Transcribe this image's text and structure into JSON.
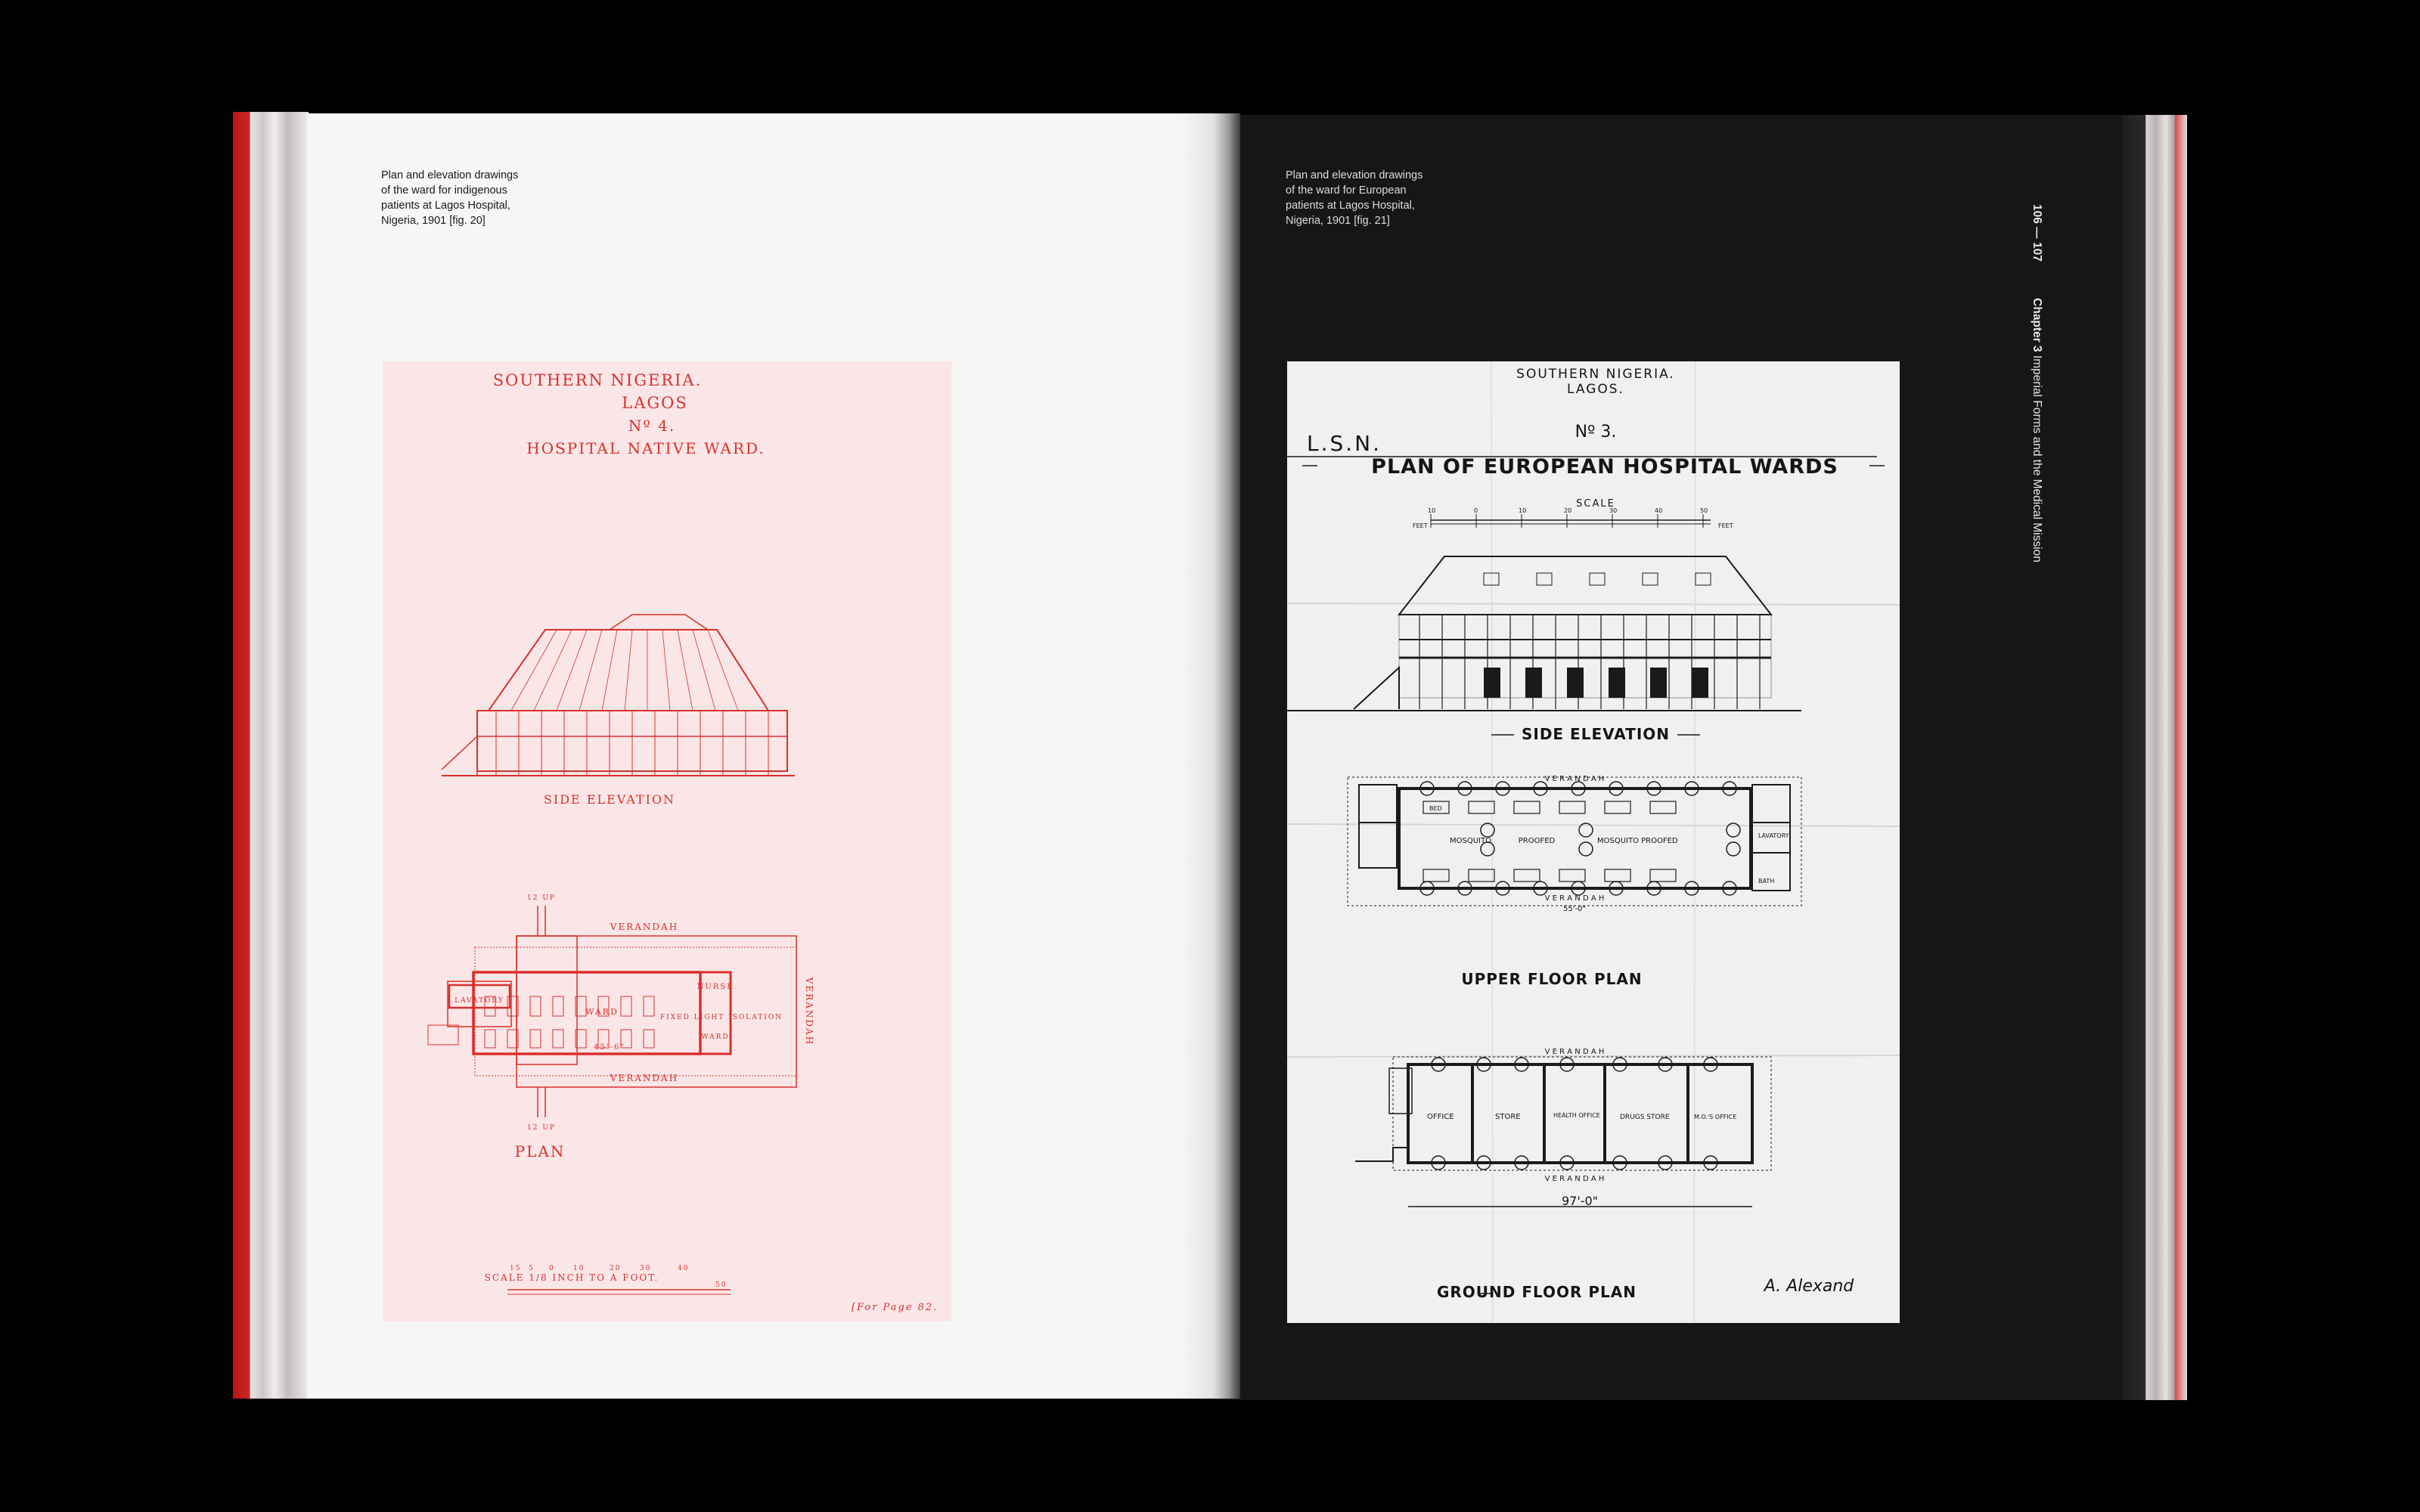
{
  "left_page": {
    "caption": "Plan and elevation drawings\nof the ward for indigenous\npatients at Lagos Hospital,\nNigeria, 1901 [fig. 20]",
    "drawing": {
      "title_line1": "SOUTHERN NIGERIA.",
      "title_line2": "LAGOS",
      "title_line3": "Nº 4.",
      "title_line4": "HOSPITAL NATIVE WARD.",
      "side_elevation_label": "SIDE ELEVATION",
      "plan_label": "PLAN",
      "verandah_top": "VERANDAH",
      "verandah_bottom": "VERANDAH",
      "verandah_right": "VERANDAH",
      "ward_label": "WARD",
      "nurse_label": "NURSE",
      "lavatory_label": "LAVATORY",
      "fixed_light_label": "FIXED LIGHT ISOLATION",
      "ward_label_small": "WARD",
      "dimension_label": "45'-6\"",
      "up_top": "12 UP",
      "up_bottom": "12 UP",
      "scale_label": "SCALE 1/8 INCH TO A FOOT.",
      "scale_ticks": [
        "15",
        "5",
        "0",
        "10",
        "20",
        "30",
        "40",
        "50"
      ],
      "page_ref": "[For Page 82."
    }
  },
  "right_page": {
    "caption": "Plan and elevation drawings\nof the ward for European\npatients at Lagos Hospital,\nNigeria, 1901 [fig. 21]",
    "running_head": {
      "page_numbers": "106 — 107",
      "chapter_label": "Chapter 3",
      "chapter_title": "Imperial Forms and the Medical Mission"
    },
    "drawing": {
      "header_line1": "SOUTHERN NIGERIA.",
      "header_line2": "LAGOS.",
      "lsn": "L.S.N.",
      "number": "Nº 3.",
      "title": "PLAN OF EUROPEAN HOSPITAL WARDS",
      "scale_label": "SCALE",
      "scale_unit_left": "FEET",
      "scale_unit_right": "FEET",
      "scale_ticks": [
        "10",
        "0",
        "10",
        "20",
        "30",
        "40",
        "50"
      ],
      "side_elevation_label": "SIDE ELEVATION",
      "upper_floor_label": "UPPER FLOOR PLAN",
      "ground_floor_label": "GROUND FLOOR PLAN",
      "verandah_top_upper": "V E R A N D A H",
      "verandah_bottom_upper": "V E R A N D A H",
      "mosquito_1": "MOSQUITO",
      "mosquito_2": "PROOFED",
      "mosquito_3": "MOSQUITO PROOFED",
      "bed": "BED",
      "lavatory": "LAVATORY",
      "bath": "BATH",
      "dimension_upper": "55'-0\"",
      "dimension_ground": "97'-0\"",
      "office": "OFFICE",
      "store": "STORE",
      "health_office": "HEALTH OFFICE",
      "drugs_store": "DRUGS STORE",
      "mo_office": "M.O.'S OFFICE",
      "verandah_ground_top": "V E R A N D A H",
      "verandah_ground_bottom": "V E R A N D A H",
      "signature": "A. Alexand"
    }
  }
}
